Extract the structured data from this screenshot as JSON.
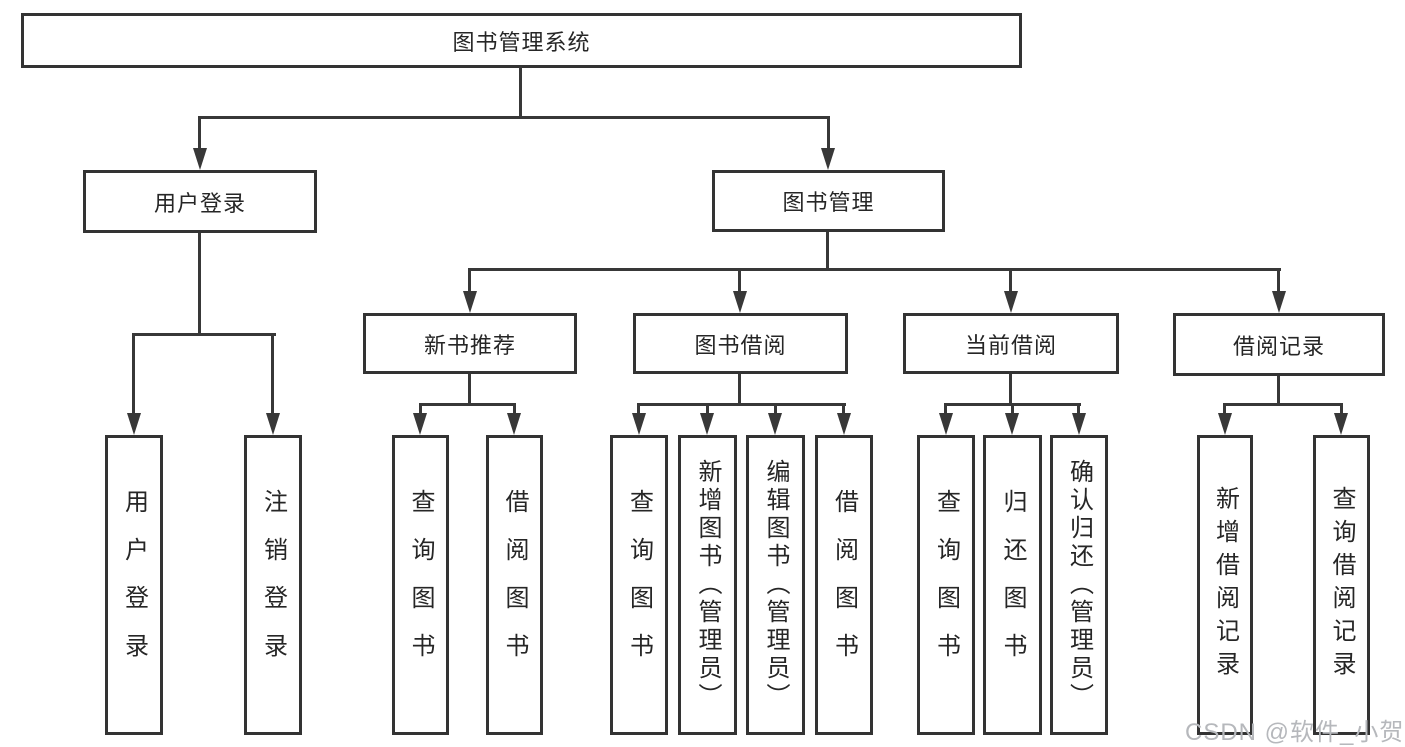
{
  "tree": {
    "root": {
      "label": "图书管理系统"
    },
    "level2": {
      "user_login": {
        "label": "用户登录"
      },
      "book_mgmt": {
        "label": "图书管理"
      }
    },
    "level3": {
      "new_books": {
        "label": "新书推荐"
      },
      "book_borrow": {
        "label": "图书借阅"
      },
      "current_borrow": {
        "label": "当前借阅"
      },
      "borrow_records": {
        "label": "借阅记录"
      }
    },
    "leaves": {
      "user_login": [
        "用户登录",
        "注销登录"
      ],
      "new_books": [
        "查询图书",
        "借阅图书"
      ],
      "book_borrow": [
        "查询图书",
        "新增图书（管理员）",
        "编辑图书（管理员）",
        "借阅图书"
      ],
      "current_borrow": [
        "查询图书",
        "归还图书",
        "确认归还（管理员）"
      ],
      "borrow_records": [
        "新增借阅记录",
        "查询借阅记录"
      ]
    }
  },
  "watermark": {
    "text": "CSDN @软件_小贺同学"
  },
  "colors": {
    "line": "#383838",
    "box_border": "#333333",
    "text": "#262626",
    "watermark": "#b6b8bc",
    "background": "#ffffff"
  }
}
